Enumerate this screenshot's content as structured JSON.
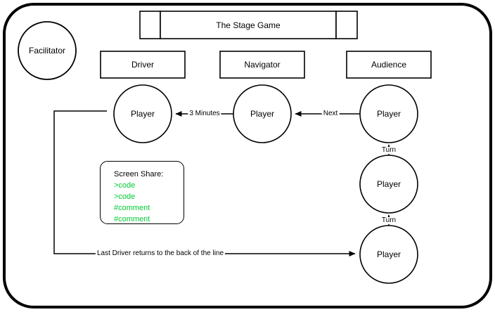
{
  "diagram": {
    "title": "The Stage Game",
    "outer_frame": {
      "name": "stage-frame",
      "stroke": "#000000"
    },
    "facilitator": {
      "label": "Facilitator"
    },
    "title_bar": {
      "left_cell": "",
      "center_cell": "The Stage Game",
      "right_cell": ""
    },
    "role_boxes": [
      {
        "id": "driver",
        "label": "Driver"
      },
      {
        "id": "navigator",
        "label": "Navigator"
      },
      {
        "id": "audience",
        "label": "Audience"
      }
    ],
    "players": [
      {
        "id": "driver-player",
        "label": "Player",
        "role": "driver"
      },
      {
        "id": "navigator-player",
        "label": "Player",
        "role": "navigator"
      },
      {
        "id": "audience-player-1",
        "label": "Player",
        "role": "audience"
      },
      {
        "id": "audience-player-2",
        "label": "Player",
        "role": "audience"
      },
      {
        "id": "audience-player-3",
        "label": "Player",
        "role": "audience"
      }
    ],
    "edges": [
      {
        "id": "edge-3-minutes",
        "label": "3 Minutes",
        "from": "navigator-player",
        "to": "driver-player"
      },
      {
        "id": "edge-next",
        "label": "Next",
        "from": "audience-player-1",
        "to": "navigator-player"
      },
      {
        "id": "edge-turn-1",
        "label": "Turn",
        "from": "audience-player-2",
        "to": "audience-player-1"
      },
      {
        "id": "edge-turn-2",
        "label": "Turn",
        "from": "audience-player-3",
        "to": "audience-player-2"
      },
      {
        "id": "edge-return",
        "label": "Last Driver returns to the back of the line",
        "from": "driver-player",
        "to": "audience-player-3"
      }
    ],
    "screen_share": {
      "title": "Screen Share:",
      "lines": [
        {
          "text": ">code",
          "color": "#00cc33"
        },
        {
          "text": ">code",
          "color": "#00cc33"
        },
        {
          "text": "#comment",
          "color": "#00cc33"
        },
        {
          "text": "#comment",
          "color": "#00cc33"
        }
      ]
    },
    "colors": {
      "stroke": "#000000",
      "background": "#ffffff",
      "code_green": "#00cc33"
    }
  }
}
